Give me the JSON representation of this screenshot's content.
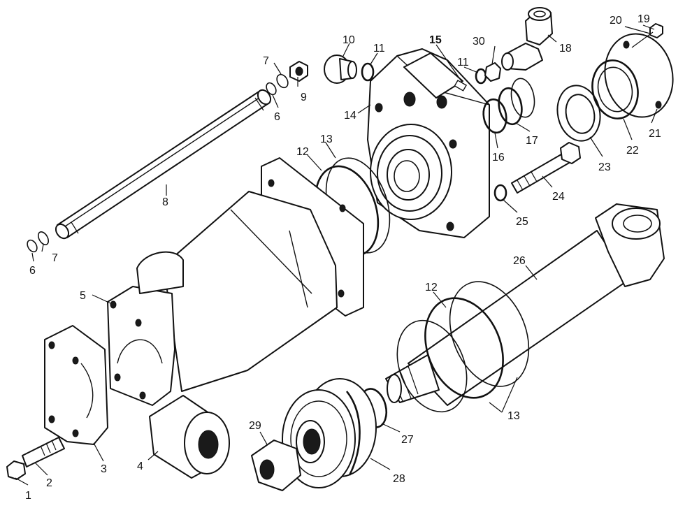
{
  "labels": {
    "p1": "1",
    "p2": "2",
    "p3": "3",
    "p4": "4",
    "p5": "5",
    "p6a": "6",
    "p6b": "6",
    "p7a": "7",
    "p7b": "7",
    "p8": "8",
    "p9": "9",
    "p10": "10",
    "p11a": "11",
    "p11b": "11",
    "p12a": "12",
    "p12b": "12",
    "p13a": "13",
    "p13b": "13",
    "p14": "14",
    "p15": "15",
    "p16": "16",
    "p17": "17",
    "p18": "18",
    "p19": "19",
    "p20": "20",
    "p21": "21",
    "p22": "22",
    "p23": "23",
    "p24": "24",
    "p25": "25",
    "p26": "26",
    "p27": "27",
    "p28": "28",
    "p29": "29",
    "p30": "30"
  }
}
